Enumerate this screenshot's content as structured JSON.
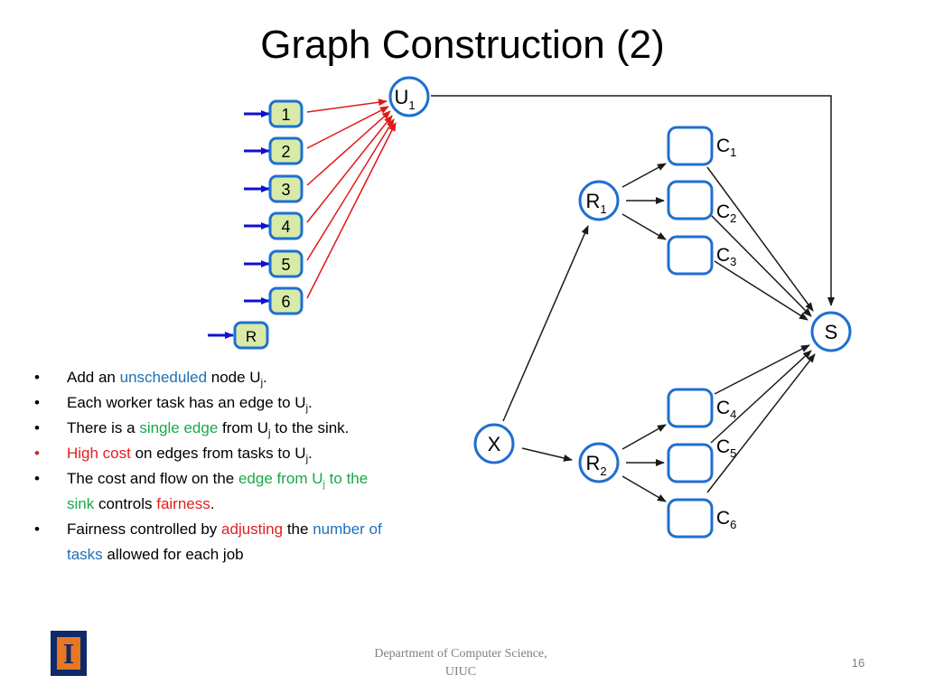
{
  "slide": {
    "title": "Graph Construction (2)",
    "footer_line1": "Department of Computer  Science,",
    "footer_line2": "UIUC",
    "page_number": "16"
  },
  "diagram": {
    "task_nodes": [
      "1",
      "2",
      "3",
      "4",
      "5",
      "6"
    ],
    "r_node": "R",
    "unscheduled_node": {
      "main": "U",
      "sub": "1"
    },
    "sink_node": "S",
    "x_node": "X",
    "racks": [
      {
        "main": "R",
        "sub": "1"
      },
      {
        "main": "R",
        "sub": "2"
      }
    ],
    "computers": [
      {
        "main": "C",
        "sub": "1"
      },
      {
        "main": "C",
        "sub": "2"
      },
      {
        "main": "C",
        "sub": "3"
      },
      {
        "main": "C",
        "sub": "4"
      },
      {
        "main": "C",
        "sub": "5"
      },
      {
        "main": "C",
        "sub": "6"
      }
    ],
    "colors": {
      "node_border": "#1f6fd0",
      "task_fill": "#d7eaa8",
      "red_edge": "#e01818",
      "blue_edge": "#1010d0",
      "black_edge": "#1a1a1a"
    }
  },
  "bullets": [
    {
      "bullet": "•",
      "parts": [
        {
          "text": "Add an ",
          "color": "black"
        },
        {
          "text": "unscheduled",
          "color": "blue"
        },
        {
          "text": " node U",
          "color": "black"
        },
        {
          "text": "j",
          "color": "black",
          "sub": true
        },
        {
          "text": ".",
          "color": "black"
        }
      ]
    },
    {
      "bullet": "•",
      "parts": [
        {
          "text": "Each worker task has an edge to U",
          "color": "black"
        },
        {
          "text": "j",
          "color": "black",
          "sub": true
        },
        {
          "text": ".",
          "color": "black"
        }
      ]
    },
    {
      "bullet": "•",
      "parts": [
        {
          "text": "There is a ",
          "color": "black"
        },
        {
          "text": "single edge",
          "color": "green"
        },
        {
          "text": " from U",
          "color": "black"
        },
        {
          "text": "j",
          "color": "black",
          "sub": true
        },
        {
          "text": " to the sink.",
          "color": "black"
        }
      ]
    },
    {
      "bullet": "•",
      "bullet_color": "red",
      "parts": [
        {
          "text": "High cost",
          "color": "red"
        },
        {
          "text": " on edges from tasks to U",
          "color": "black"
        },
        {
          "text": "j",
          "color": "black",
          "sub": true
        },
        {
          "text": ".",
          "color": "black"
        }
      ]
    },
    {
      "bullet": "•",
      "parts": [
        {
          "text": "The cost and flow on the ",
          "color": "black"
        },
        {
          "text": "edge from U",
          "color": "green"
        },
        {
          "text": "j",
          "color": "green",
          "sub": true
        },
        {
          "text": " to the sink",
          "color": "green"
        },
        {
          "text": " controls ",
          "color": "black"
        },
        {
          "text": "fairness",
          "color": "red"
        },
        {
          "text": ".",
          "color": "black"
        }
      ]
    },
    {
      "bullet": "•",
      "parts": [
        {
          "text": "Fairness controlled by ",
          "color": "black"
        },
        {
          "text": "adjusting",
          "color": "red"
        },
        {
          "text": " the ",
          "color": "black"
        },
        {
          "text": "number of tasks",
          "color": "blue"
        },
        {
          "text": " allowed for each job",
          "color": "black"
        }
      ]
    }
  ]
}
